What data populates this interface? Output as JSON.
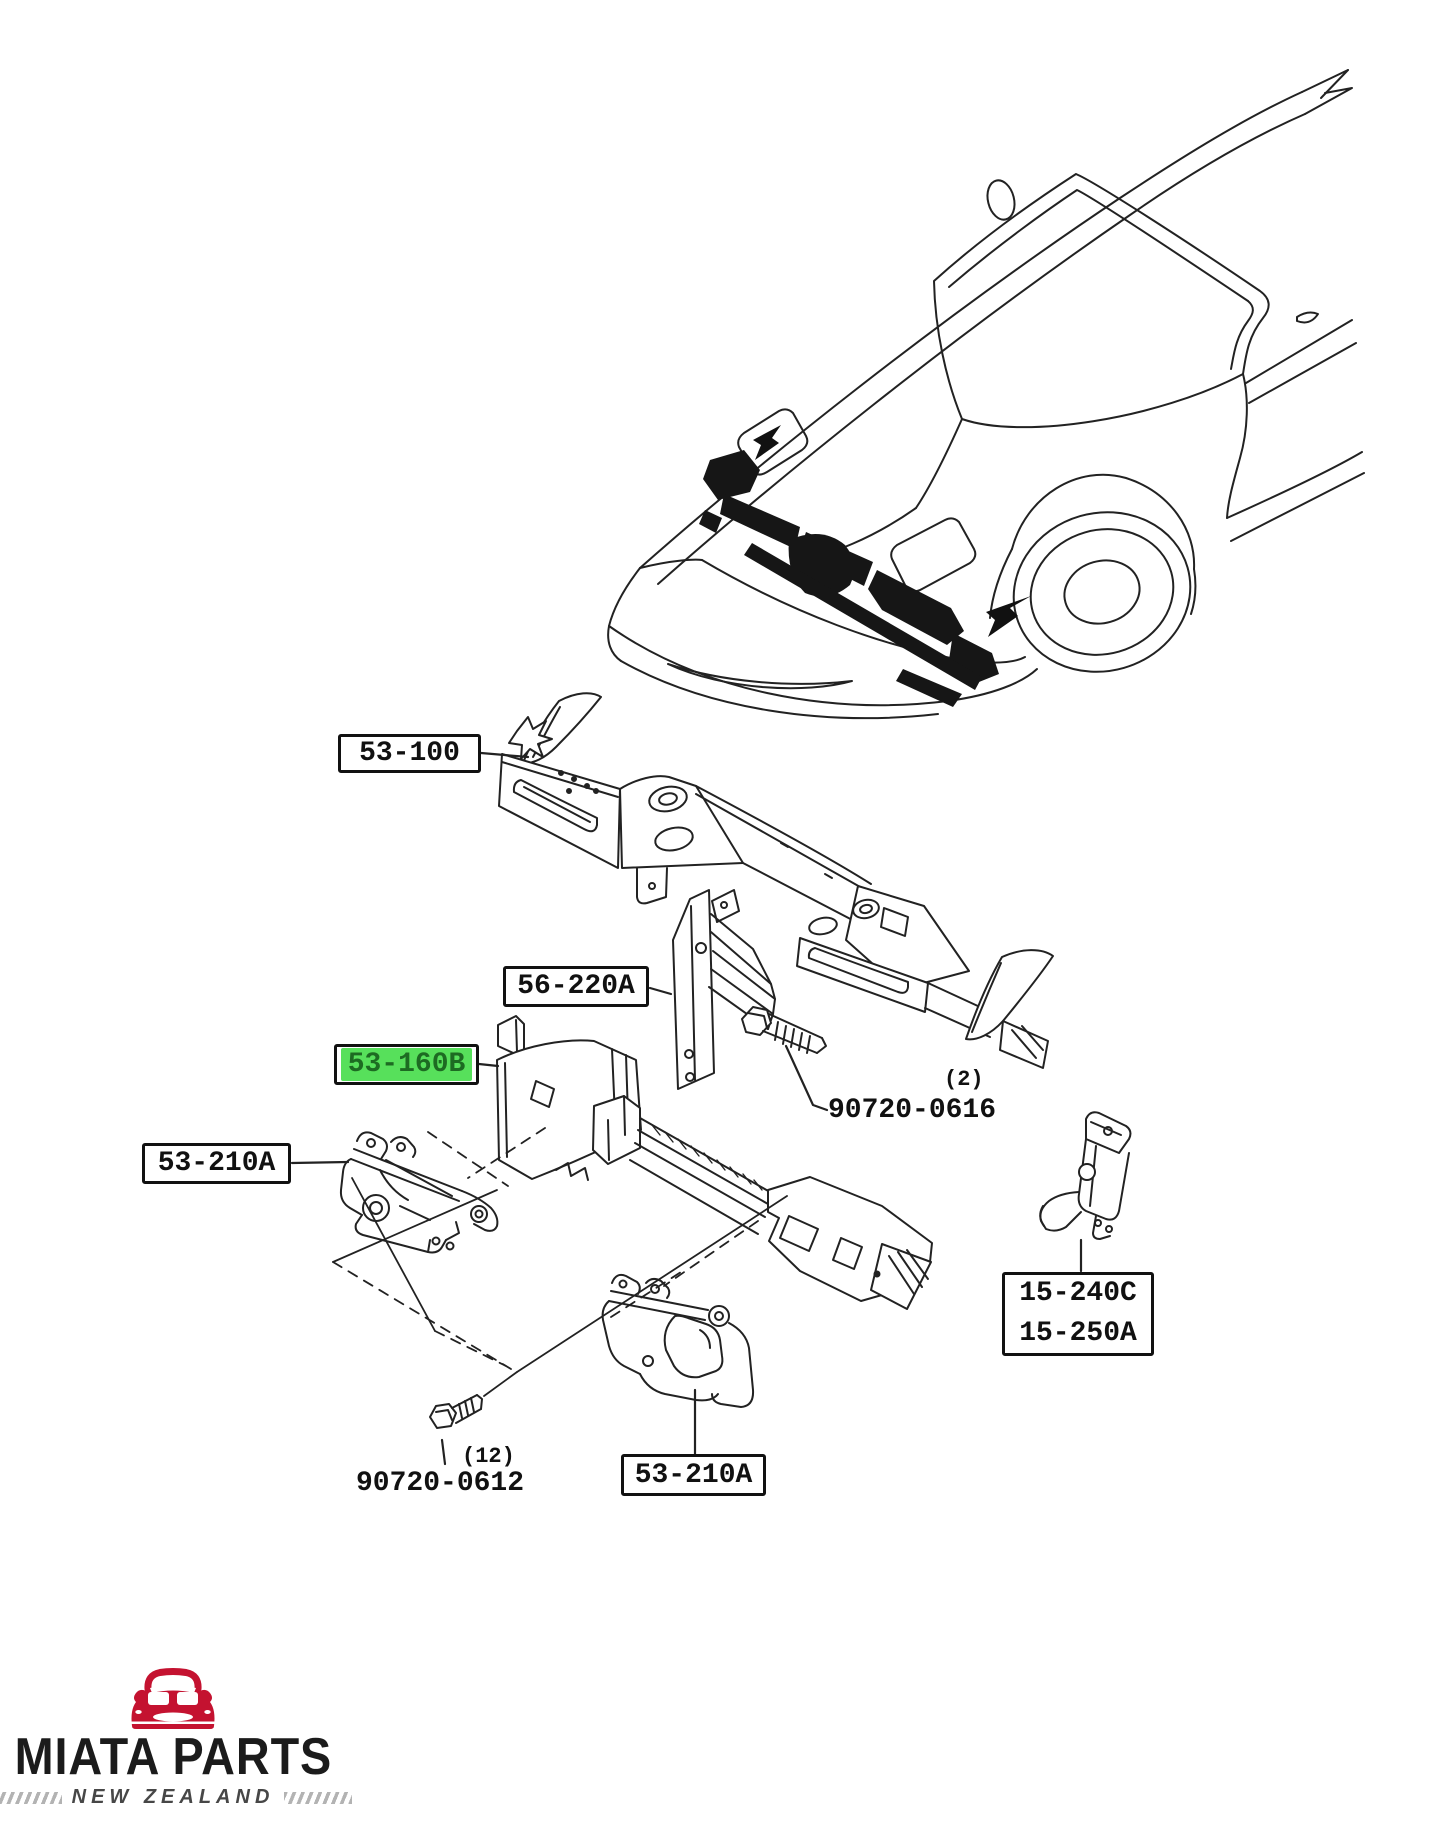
{
  "diagram": {
    "highlighted_part": "53-160B",
    "labels": {
      "l53_100": "53-100",
      "l56_220A": "56-220A",
      "l53_160B": "53-160B",
      "l53_210A_left": "53-210A",
      "l53_210A_bottom": "53-210A",
      "l15_240C": "15-240C",
      "l15_250A": "15-250A",
      "bolt_0616": "90720-0616",
      "bolt_0616_qty": "(2)",
      "bolt_0612": "90720-0612",
      "bolt_0612_qty": "(12)"
    },
    "colors": {
      "highlight": "#57e05b",
      "line": "#1a1a1a"
    }
  },
  "logo": {
    "brand": "MIATA PARTS",
    "region": "NEW ZEALAND",
    "accent_red": "#c41230"
  }
}
